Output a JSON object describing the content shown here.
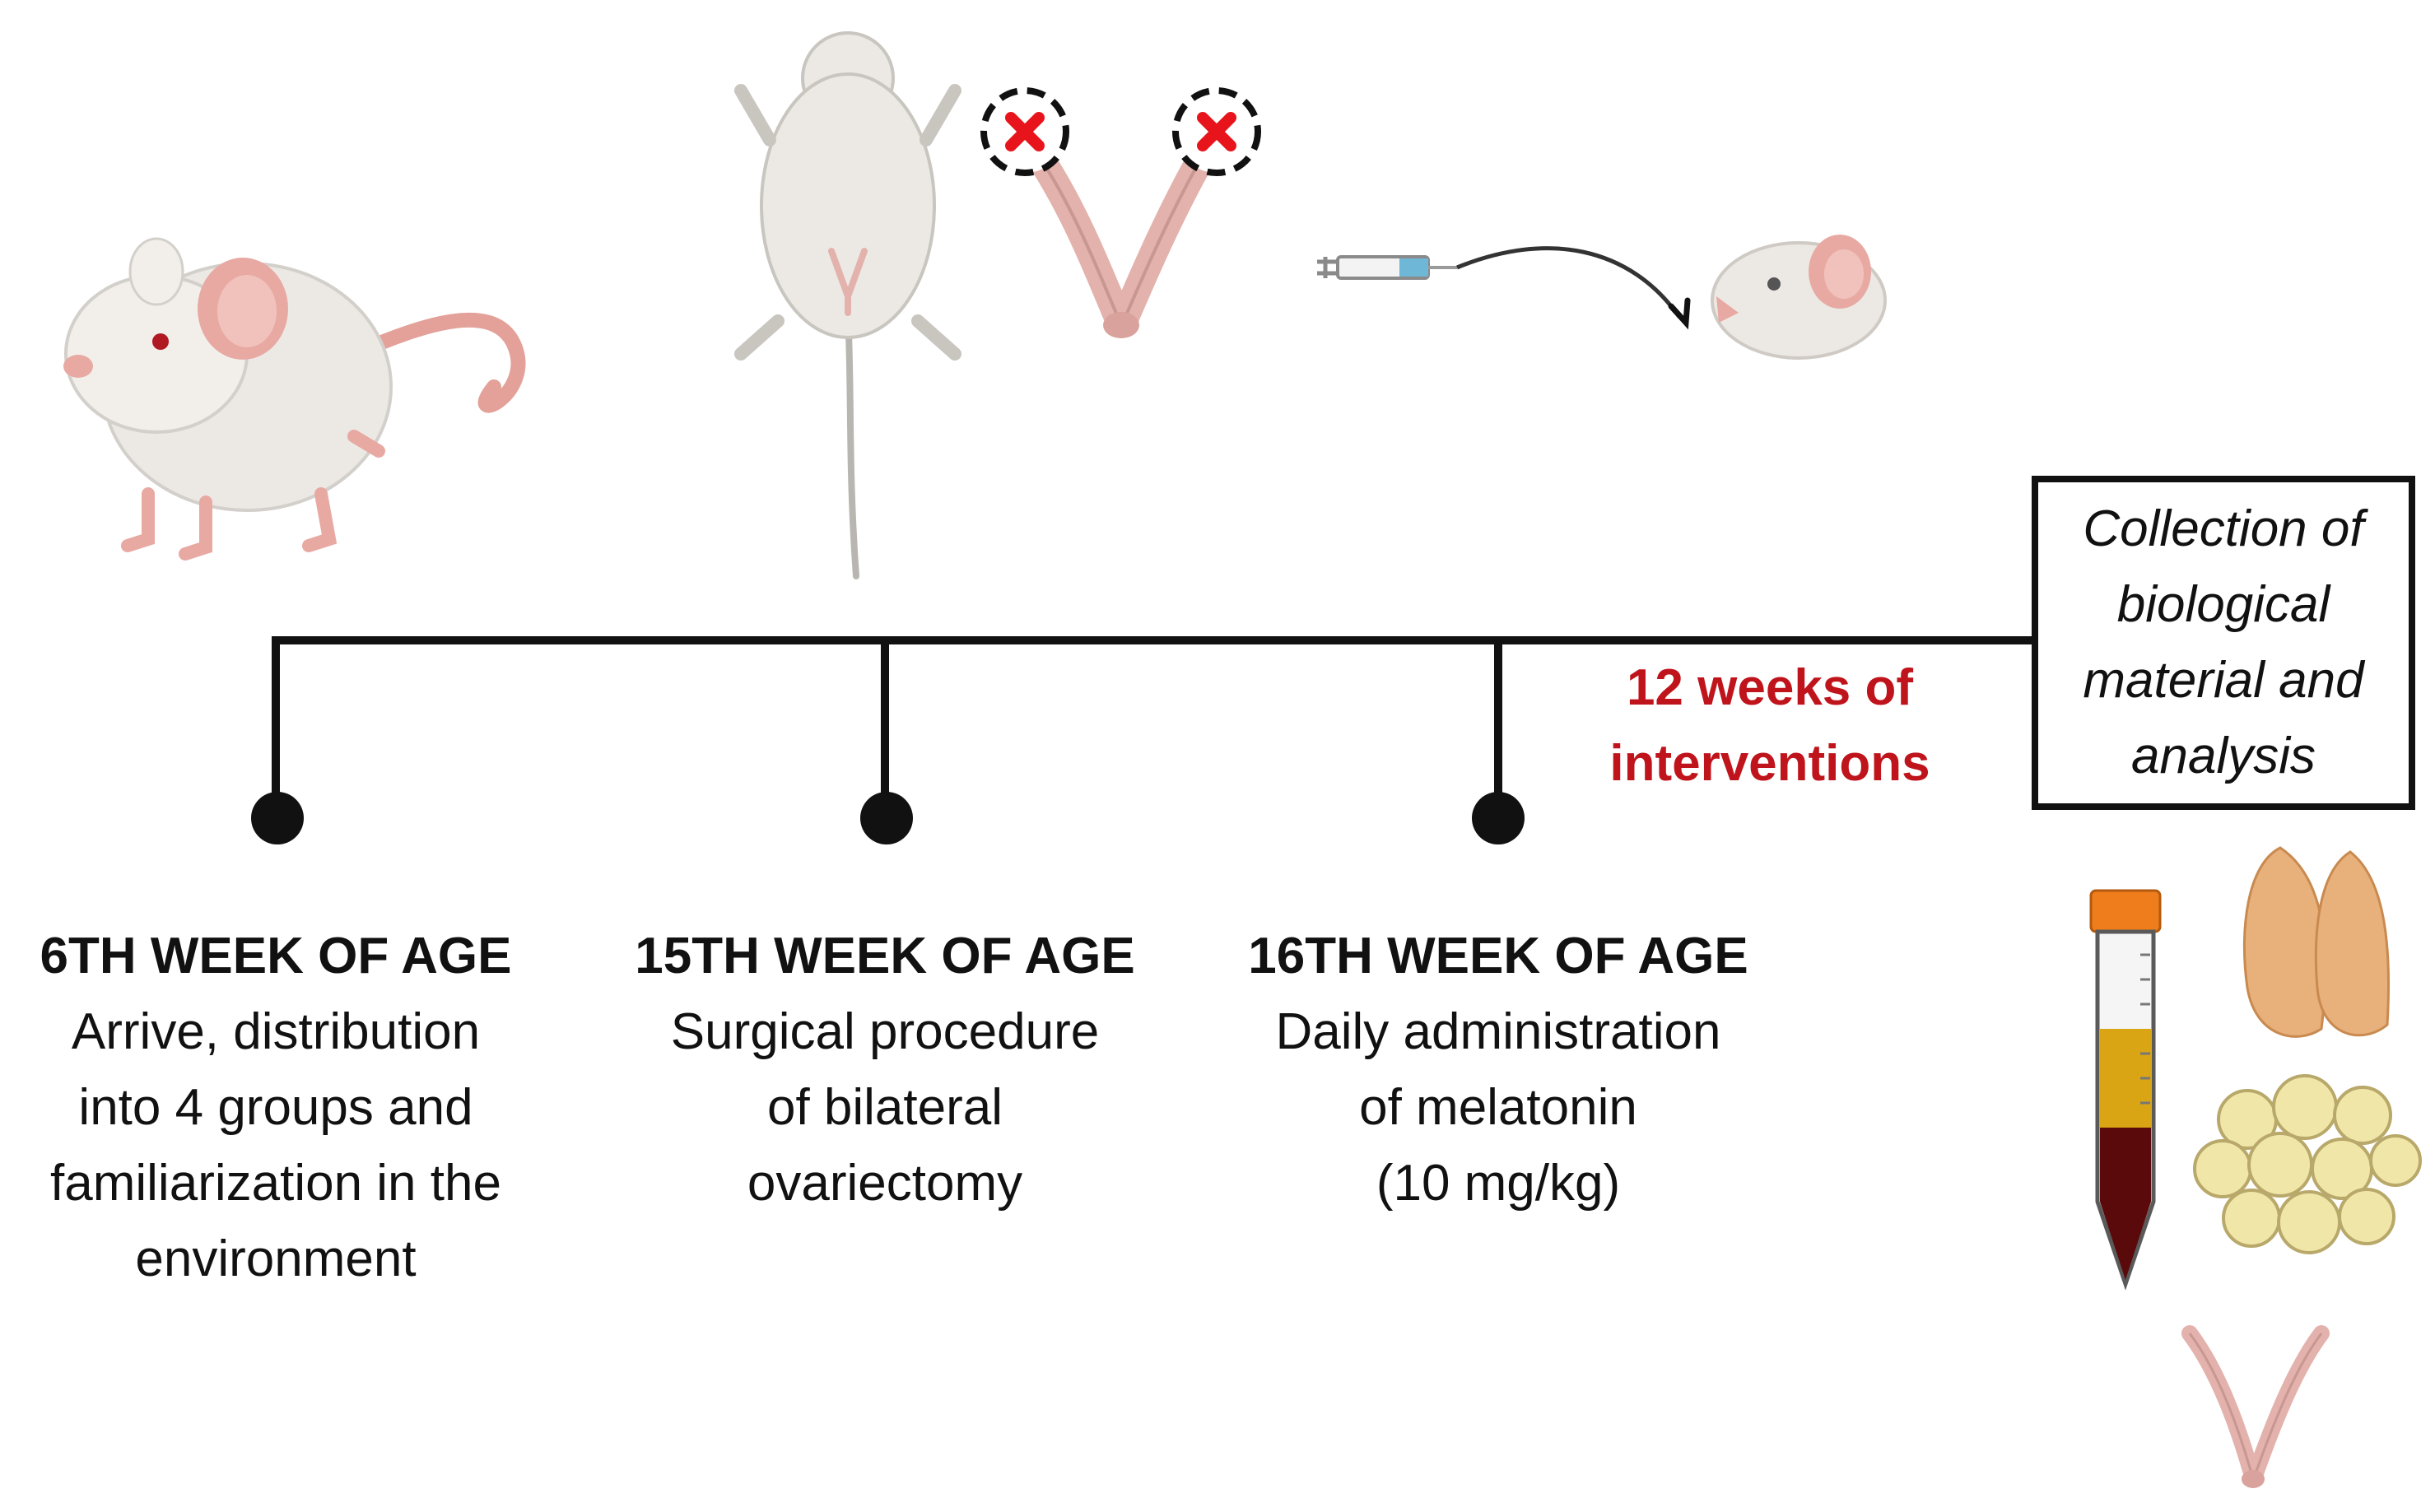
{
  "timeline": {
    "milestones": [
      {
        "heading": "6TH WEEK OF AGE",
        "lines": [
          "Arrive, distribution",
          "into 4 groups and",
          "familiarization in the",
          "environment"
        ]
      },
      {
        "heading": "15TH WEEK OF AGE",
        "lines": [
          "Surgical procedure",
          "of bilateral",
          "ovariectomy"
        ]
      },
      {
        "heading": "16TH WEEK OF AGE",
        "lines": [
          "Daily administration",
          "of melatonin",
          "(10 mg/kg)"
        ]
      }
    ],
    "interval_lines": [
      "12 weeks of",
      "interventions"
    ],
    "final_box_lines": [
      "Collection of",
      "biological",
      "material and",
      "analysis"
    ]
  },
  "colors": {
    "line": "#111111",
    "interval_text": "#c0141c",
    "removal_mark": "#e8141c",
    "mouse_body": "#ece9e4",
    "mouse_pink": "#e8a9a3",
    "uterus": "#e3b2ad",
    "blood": "#5a0a0a",
    "serum": "#d9a514",
    "tissue_orange": "#e8b07a",
    "tissue_yellow": "#efe6a8"
  },
  "icons": [
    "mouse-standing-icon",
    "mouse-supine-icon",
    "uterus-ovariectomy-icon",
    "syringe-icon",
    "mouse-head-icon",
    "blood-tube-icon",
    "tissue-icon",
    "adipose-icon",
    "uterus-icon"
  ]
}
